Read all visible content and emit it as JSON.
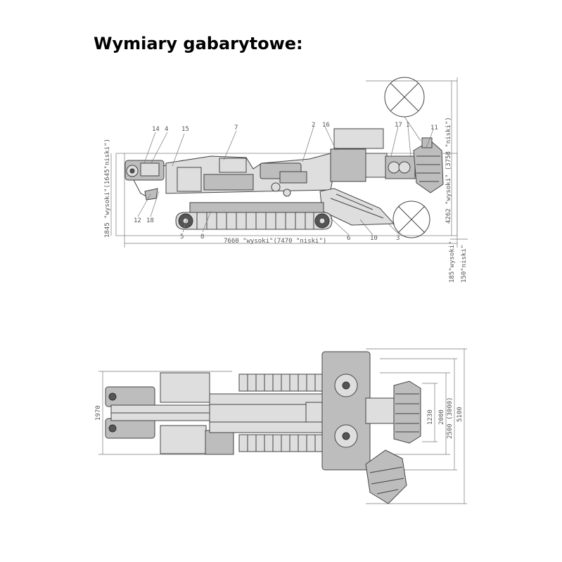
{
  "title": "Wymiary gabarytowe:",
  "side_view": {
    "part_labels": [
      "14",
      "4",
      "15",
      "7",
      "2",
      "16",
      "17",
      "1",
      "11",
      "12",
      "18",
      "5",
      "8",
      "6",
      "10",
      "3"
    ],
    "dims": {
      "length": "7660 \"wysoki\"(7470 \"niski\")",
      "height_left": "1845 \"wysoki\"(1645\"niski\")",
      "height_right": "4262 \"wysoki\" (3758 \"niski\")",
      "ground_a": "185\"wysoki\"",
      "ground_b": "150\"niski\""
    }
  },
  "top_view": {
    "dims": {
      "width_left": "1970",
      "d1": "1230",
      "d2": "2000",
      "d3": "2500 (3000)",
      "d4": "5100"
    }
  }
}
